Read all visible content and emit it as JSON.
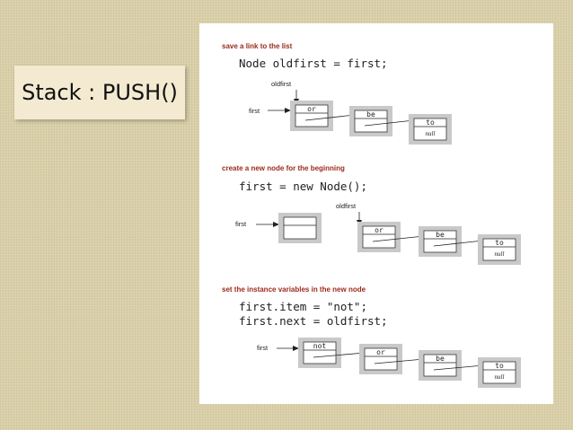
{
  "slide_title": "Stack : PUSH()",
  "steps": [
    {
      "heading": "save a link to the list",
      "code": [
        "Node oldfirst = first;"
      ],
      "labels": {
        "oldfirst": "oldfirst",
        "first": "first"
      },
      "nodes": [
        {
          "item": "or",
          "next": ""
        },
        {
          "item": "be",
          "next": ""
        },
        {
          "item": "to",
          "next": "null"
        }
      ]
    },
    {
      "heading": "create a new node for the beginning",
      "code": [
        "first = new Node();"
      ],
      "labels": {
        "oldfirst": "oldfirst",
        "first": "first"
      },
      "nodes": [
        {
          "item": "",
          "next": ""
        },
        {
          "item": "or",
          "next": ""
        },
        {
          "item": "be",
          "next": ""
        },
        {
          "item": "to",
          "next": "null"
        }
      ]
    },
    {
      "heading": "set the instance variables in the new node",
      "code": [
        "first.item = \"not\";",
        "first.next = oldfirst;"
      ],
      "labels": {
        "first": "first"
      },
      "nodes": [
        {
          "item": "not",
          "next": ""
        },
        {
          "item": "or",
          "next": ""
        },
        {
          "item": "be",
          "next": ""
        },
        {
          "item": "to",
          "next": "null"
        }
      ]
    }
  ]
}
